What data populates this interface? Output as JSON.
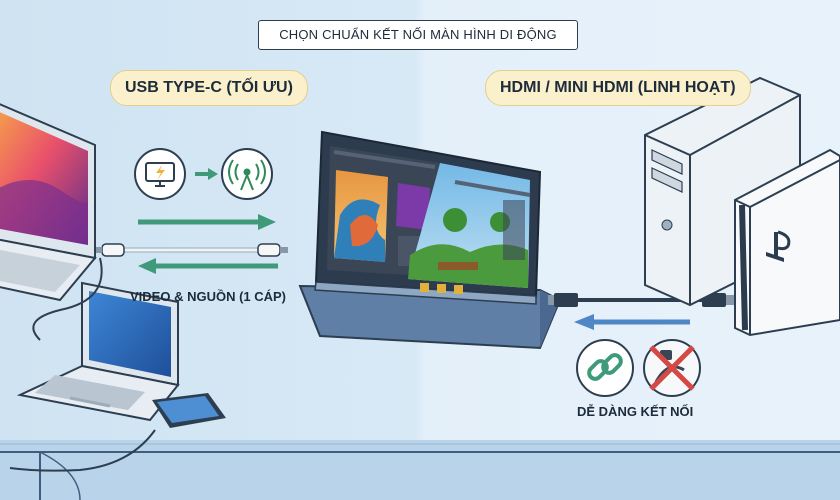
{
  "title": "CHỌN CHUẨN KẾT NỐI MÀN HÌNH DI ĐỘNG",
  "left_option": {
    "label": "USB TYPE-C (TỐI ƯU)",
    "caption": "VIDEO & NGUỒN (1 CÁP)"
  },
  "right_option": {
    "label": "HDMI / MINI HDMI (LINH HOẠT)",
    "caption": "DỄ DÀNG KẾT NỐI"
  },
  "colors": {
    "background_left": "#d3e6f4",
    "background_right": "#e6f0fa",
    "pill_fill": "#fbf0cc",
    "arrow_green": "#3f9a7a",
    "arrow_blue": "#4f86c6",
    "screen_bezel": "#2d3b4f",
    "stand": "#5f7fa6"
  },
  "icons": [
    "monitor-power-icon",
    "signal-icon",
    "link-icon",
    "no-power-icon",
    "playstation-logo-icon"
  ]
}
